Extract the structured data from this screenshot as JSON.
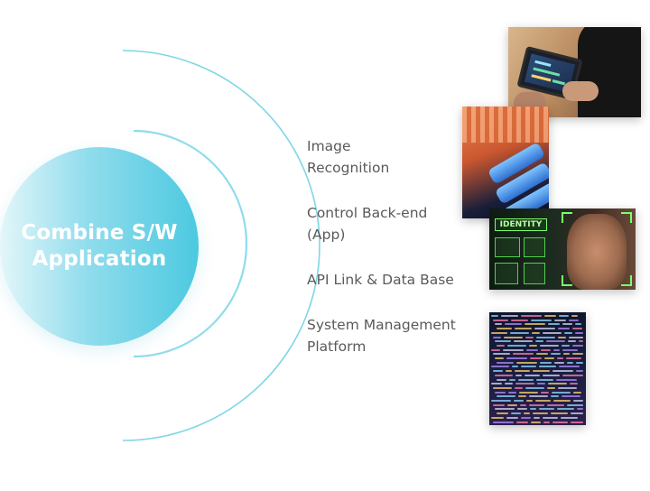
{
  "center": {
    "title": "Combine S/W\nApplication"
  },
  "features": [
    {
      "label": "Image\nRecognition"
    },
    {
      "label": "Control Back-end\n(App)"
    },
    {
      "label": "API Link & Data Base"
    },
    {
      "label": "System Management\nPlatform"
    }
  ],
  "images": {
    "identity_label": "IDENTITY"
  },
  "colors": {
    "accent": "#4cc9e0",
    "accent_light": "#e3f6fa",
    "text": "#5a5a5a"
  },
  "icons": [
    "tablet-photo",
    "network-cable-photo",
    "face-identity-photo",
    "source-code-photo"
  ]
}
